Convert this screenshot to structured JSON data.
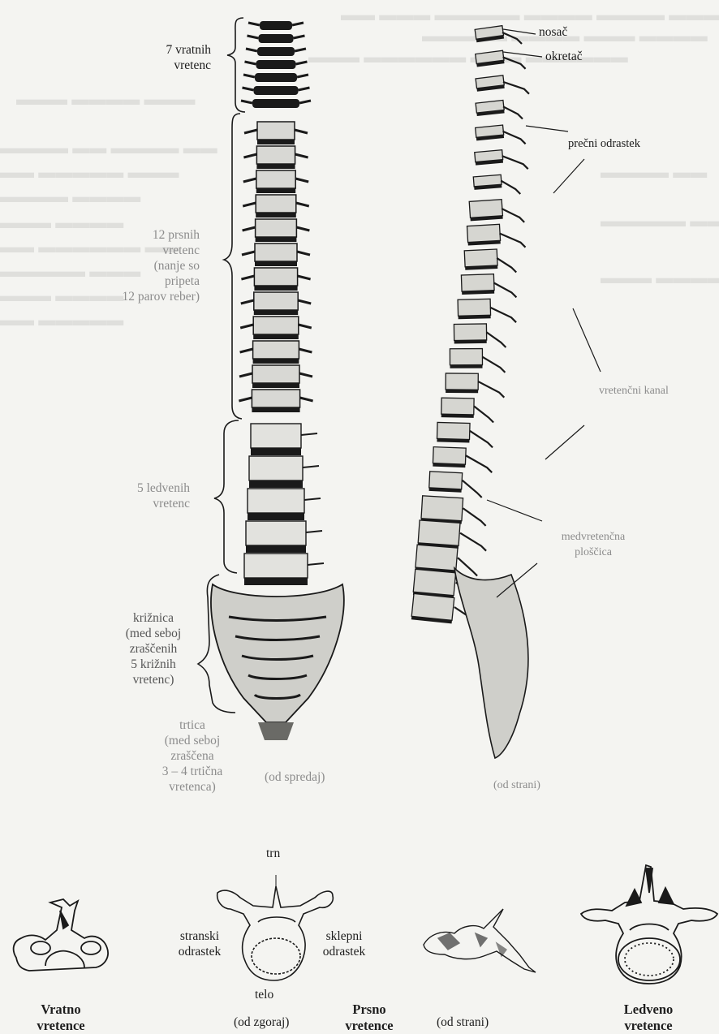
{
  "front_view": {
    "cervical": [
      "7 vratnih",
      "vretenc"
    ],
    "thoracic": [
      "12 prsnih",
      "vretenc",
      "(nanje so",
      "pripeta",
      "12 parov reber)"
    ],
    "lumbar": [
      "5 ledvenih",
      "vretenc"
    ],
    "sacrum": [
      "križnica",
      "(med seboj",
      "zraščenih",
      "5 križnih",
      "vretenc)"
    ],
    "coccyx": [
      "trtica",
      "(med seboj",
      "zraščena",
      "3 – 4 trtična",
      "vretenca)"
    ],
    "caption": "(od spredaj)"
  },
  "side_view": {
    "atlas": "nosač",
    "axis": "okretač",
    "transverse_process": "prečni odrastek",
    "vertebral_canal": "vretenčni kanal",
    "disc": [
      "medvretenčna",
      "ploščica"
    ],
    "caption": "(od strani)"
  },
  "vertebra_types": {
    "cervical": [
      "Vratno",
      "vretence"
    ],
    "thoracic": [
      "Prsno",
      "vretence"
    ],
    "lumbar": [
      "Ledveno",
      "vretence"
    ],
    "spine_label": "trn",
    "transverse_label": [
      "stranski",
      "odrastek"
    ],
    "articular_label": [
      "sklepni",
      "odrastek"
    ],
    "body_label": "telo",
    "top_caption": "(od zgoraj)",
    "side_caption": "(od strani)"
  },
  "colors": {
    "ink": "#1a1a1a",
    "paper": "#f4f4f1",
    "faint_ink": "#8c8c8c"
  }
}
